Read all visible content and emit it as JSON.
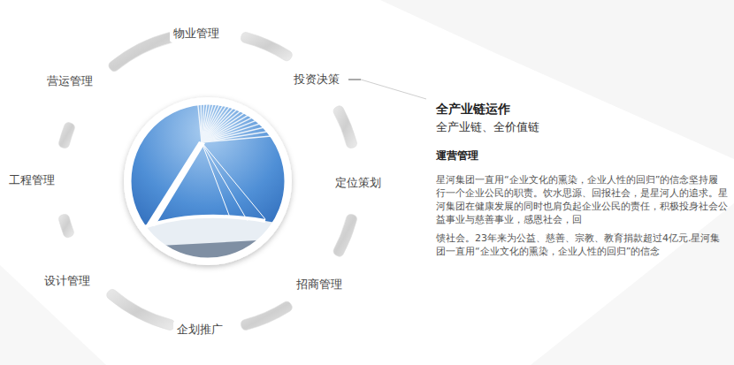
{
  "diagram": {
    "labels": [
      "物业管理",
      "投资决策",
      "定位策划",
      "招商管理",
      "企划推广",
      "设计管理",
      "工程管理",
      "营运管理",
      "全产业链运作",
      "全产业链、全价值链",
      "運营管理",
      "星河集团一直用“企业文化的熏染，企业人性的回归”的信念坚持履行一个企业公民的职责。饮水思源、回报社会，是星河人的追求。星河集团在健康发展的同时也肩负起企业公民的责任，积极投身社会公益事业与慈善事业，感恩社会，回",
      "馈社会。23年来为公益、慈善、宗教、教育捐款超过4亿元.星河集团一直用“企业文化的熏染，企业人性的回归”的信念"
    ]
  }
}
